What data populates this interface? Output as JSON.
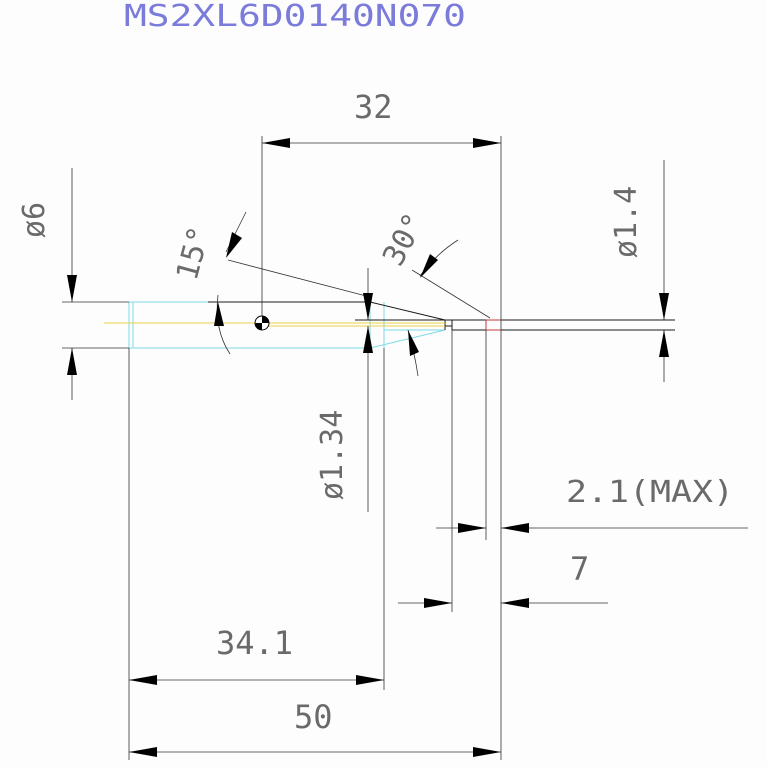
{
  "drawing": {
    "part_number": "MS2XL6D0140N070",
    "dims": {
      "length_32": "32",
      "dia_6": "ø6",
      "angle_15": "15°",
      "angle_30": "30°",
      "dia_1_4": "ø1.4",
      "dia_1_34": "ø1.34",
      "max_2_1": "2.1(MAX)",
      "length_7": "7",
      "length_34_1": "34.1",
      "length_50": "50"
    },
    "colors": {
      "outline": "#1a1a1a",
      "body": "#7fd9e8",
      "centerline": "#e6d24a",
      "accent": "#c43a3a",
      "title": "#7b7bdc"
    }
  }
}
